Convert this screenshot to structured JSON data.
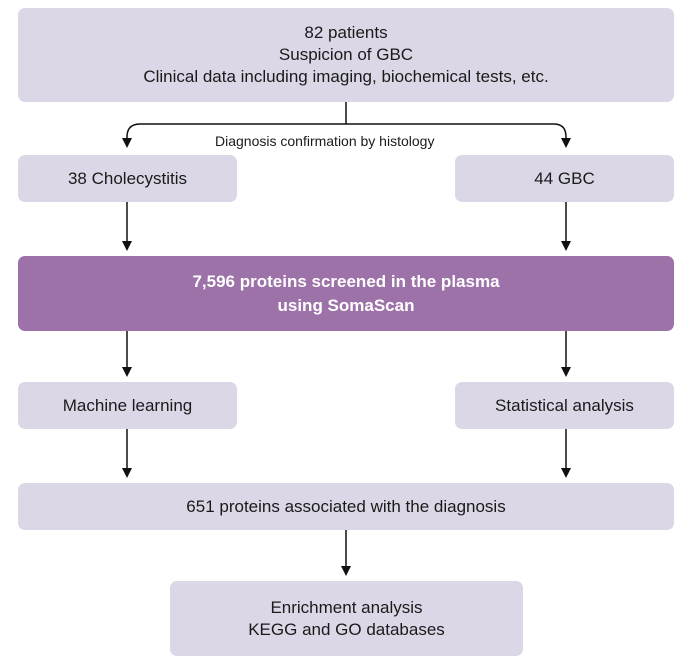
{
  "patients_box": {
    "line1": "82 patients",
    "line2": "Suspicion of GBC",
    "line3": "Clinical data including imaging, biochemical tests, etc."
  },
  "split_label": "Diagnosis confirmation by histology",
  "cholecystitis_box": "38 Cholecystitis",
  "gbc_box": "44 GBC",
  "screening_box": {
    "line1": "7,596 proteins screened in the plasma",
    "line2": "using SomaScan"
  },
  "ml_box": "Machine learning",
  "stats_box": "Statistical analysis",
  "proteins_box": "651 proteins associated with the diagnosis",
  "enrichment_box": {
    "line1": "Enrichment analysis",
    "line2": "KEGG and GO databases"
  },
  "colors": {
    "box_fill": "#dcd7e6",
    "highlight_fill": "#9d72a8",
    "arrow": "#111111"
  }
}
